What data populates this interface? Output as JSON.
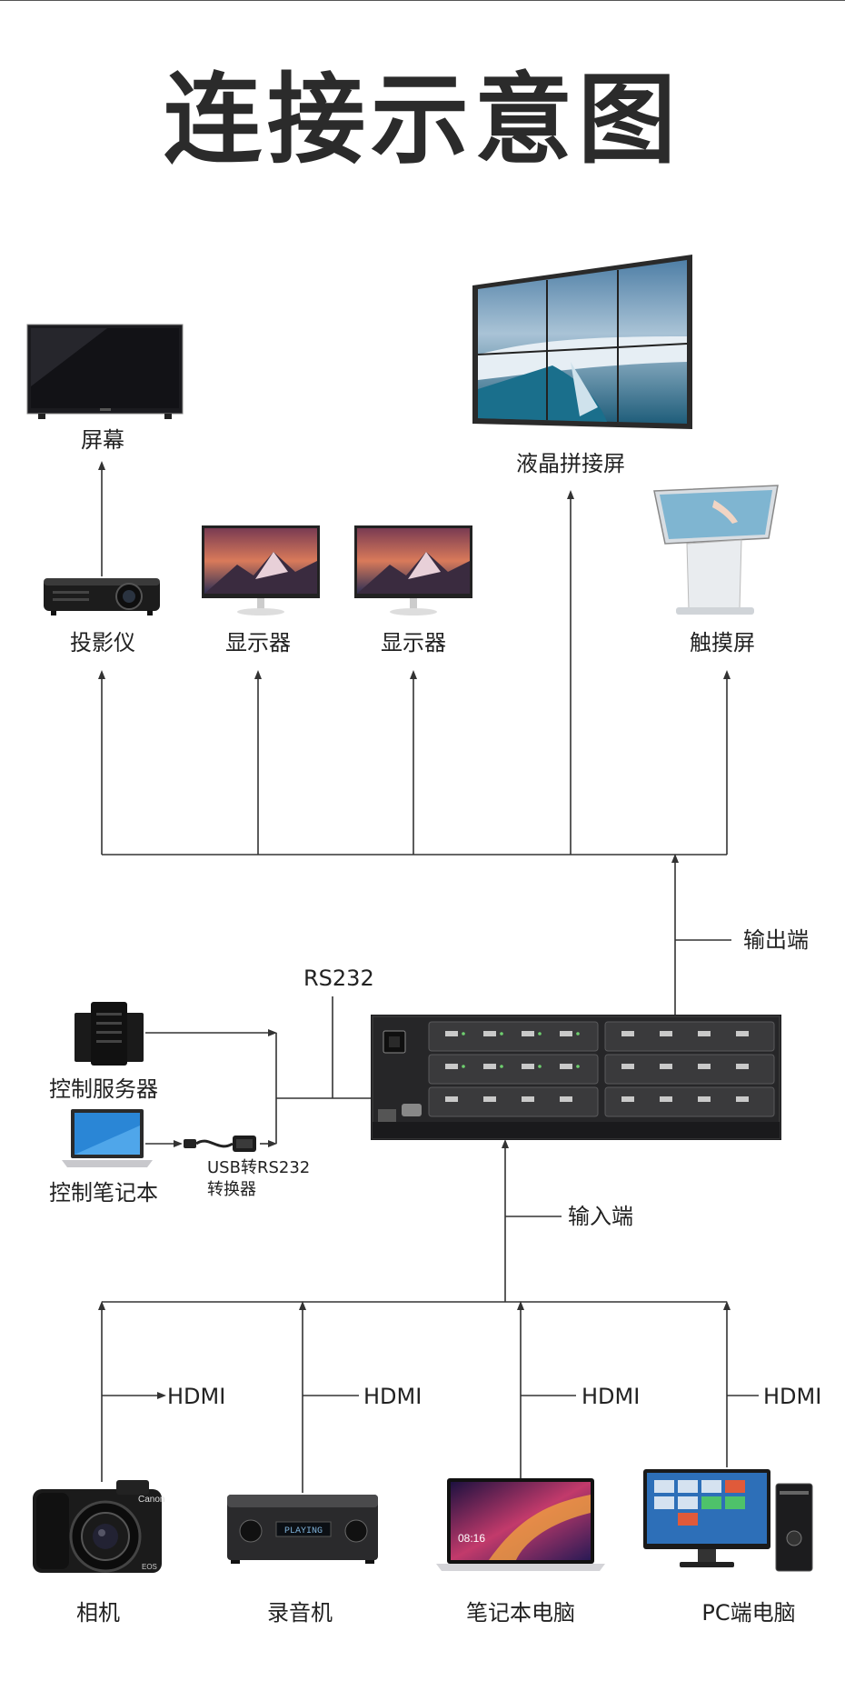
{
  "title": "连接示意图",
  "outputs": {
    "screen": "屏幕",
    "projector": "投影仪",
    "monitor_1": "显示器",
    "monitor_2": "显示器",
    "video_wall": "液晶拼接屏",
    "touch_screen": "触摸屏"
  },
  "output_port_label": "输出端",
  "control": {
    "rs232": "RS232",
    "server": "控制服务器",
    "laptop": "控制笔记本",
    "converter_line1": "USB转RS232",
    "converter_line2": "转换器"
  },
  "input_port_label": "输入端",
  "cable": "HDMI",
  "inputs": {
    "camera": "相机",
    "recorder": "录音机",
    "notebook": "笔记本电脑",
    "pc": "PC端电脑"
  },
  "device_text": {
    "camera_brand": "Canon",
    "camera_model": "EOS",
    "recorder_display": "PLAYING",
    "notebook_clock": "08:16"
  },
  "colors": {
    "line": "#333333",
    "text": "#222222"
  }
}
